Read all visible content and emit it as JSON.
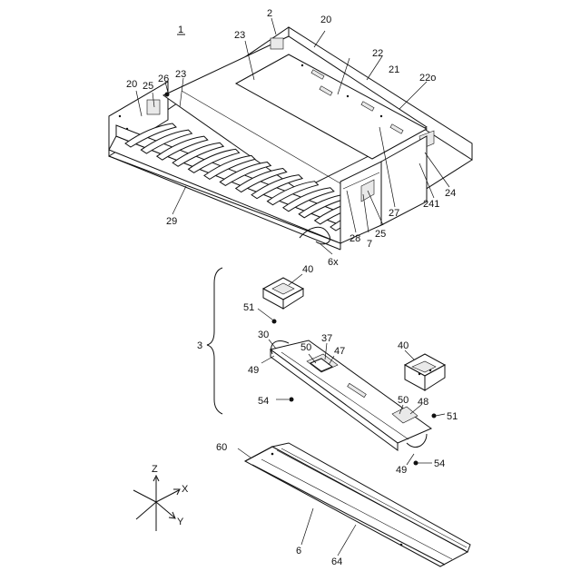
{
  "figure": {
    "number": "1",
    "labels": {
      "l2": "2",
      "l20a": "20",
      "l20b": "20",
      "l21": "21",
      "l22": "22",
      "l22o": "22o",
      "l23a": "23",
      "l23b": "23",
      "l24": "24",
      "l241": "241",
      "l25a": "25",
      "l25b": "25",
      "l26": "26",
      "l27": "27",
      "l28": "28",
      "l29": "29",
      "l7": "7",
      "l6x": "6x",
      "l3": "3",
      "l30": "30",
      "l37": "37",
      "l40a": "40",
      "l40b": "40",
      "l47": "47",
      "l48": "48",
      "l49a": "49",
      "l49b": "49",
      "l50a": "50",
      "l50b": "50",
      "l51a": "51",
      "l51b": "51",
      "l54a": "54",
      "l54b": "54",
      "l60": "60",
      "l6": "6",
      "l64": "64"
    },
    "axes": {
      "z": "Z",
      "x": "X",
      "y": "Y"
    }
  }
}
